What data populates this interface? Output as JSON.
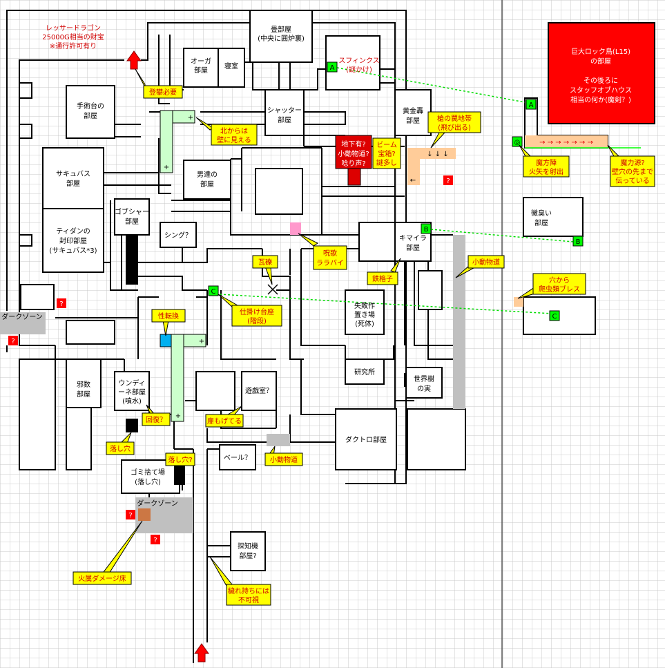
{
  "rooms": {
    "treasure": [
      "レッサードラゴン",
      "25000G相当の財宝",
      "※通行許可有り"
    ],
    "tatami": [
      "畳部屋",
      "(中央に囲炉裏)"
    ],
    "ogre": [
      "オーガ",
      "部屋"
    ],
    "bedroom": [
      "寝室"
    ],
    "sphinx": [
      "スフィンクス",
      "(謎かけ)"
    ],
    "shutter": [
      "シャッター",
      "部屋"
    ],
    "gold": [
      "黄金轟",
      "部屋"
    ],
    "surgery": [
      "手術台の",
      "部屋"
    ],
    "succubus": [
      "サキュバス",
      "部屋"
    ],
    "men": [
      "男達の",
      "部屋"
    ],
    "goblin": [
      "ゴブシャー",
      "部屋"
    ],
    "tidan": [
      "ティダンの",
      "封印部屋",
      "(サキュバス*3)"
    ],
    "sing": [
      "シング？"
    ],
    "chimera": [
      "キマイラ",
      "部屋"
    ],
    "failed": [
      "失敗作",
      "置き場",
      "(死体)"
    ],
    "lab": [
      "研究所"
    ],
    "yggdrasil": [
      "世界樹",
      "の実"
    ],
    "evil": [
      "邪数",
      "部屋"
    ],
    "undine": [
      "ウンディ",
      "ーネ部屋",
      "(噴水)"
    ],
    "play": [
      "遊戯室？"
    ],
    "bell": [
      "ベール？"
    ],
    "dactro": [
      "ダクトロ部屋"
    ],
    "trash": [
      "ゴミ捨て場",
      "(落し穴)"
    ],
    "detector": [
      "探知機",
      "部屋?"
    ],
    "rock": [
      "巨大ロック鳥(L15)",
      "の部屋",
      "",
      "その後ろに",
      "スタッフオブハウス",
      "相当の何か(魔剣？)"
    ],
    "stink": [
      "黴臭い",
      "部屋"
    ]
  },
  "zones": {
    "dark1": "ダークゾーン",
    "dark2": "ダークゾーン"
  },
  "markers": {
    "a": "A",
    "b": "B",
    "c": "C",
    "q": "?",
    "plus": "+",
    "ring": "◎",
    "spear_arrows": "↓ ↓ ↓",
    "left_arrow": "←",
    "ray_arrows": "→ → → → → → →"
  },
  "notes": {
    "climb": "登攀必要",
    "north_wall": [
      "北からは",
      "壁に見える"
    ],
    "underground": [
      "地下有?",
      "小動物道?",
      "唸り声?"
    ],
    "beam": [
      "ビーム",
      "宝箱?",
      "謎多し"
    ],
    "spears": [
      "槍の罠地帯",
      "(飛び出る)"
    ],
    "magic_glyph": [
      "魔方陣",
      "火矢を射出"
    ],
    "mana_source": [
      "魔力源?",
      "壁穴の先まで",
      "伝っている"
    ],
    "song": [
      "呪歌",
      "ララバイ"
    ],
    "rubble": "瓦礫",
    "grate": "鉄格子",
    "small_path1": "小動物道",
    "breath": [
      "穴から",
      "爬虫類ブレス"
    ],
    "sex_change": "性転換",
    "pedestal": [
      "仕掛け台座",
      "(階段)"
    ],
    "recover": "回復？",
    "pit1": "落し穴",
    "pit2": "落し穴?",
    "door_stuck": "扉もげてる",
    "small_path2": "小動物道",
    "fire_floor": "火属ダメージ床",
    "invisible": [
      "穢れ持ちには",
      "不可視"
    ]
  },
  "colors": {
    "red": "#ff0000",
    "yellow": "#ffff00",
    "green": "#00ff00",
    "light_green": "#ccffcc",
    "peach": "#ffcc99",
    "gray": "#c0c0c0",
    "pink": "#ff99cc",
    "cyan": "#00b0f0",
    "black": "#000000"
  }
}
